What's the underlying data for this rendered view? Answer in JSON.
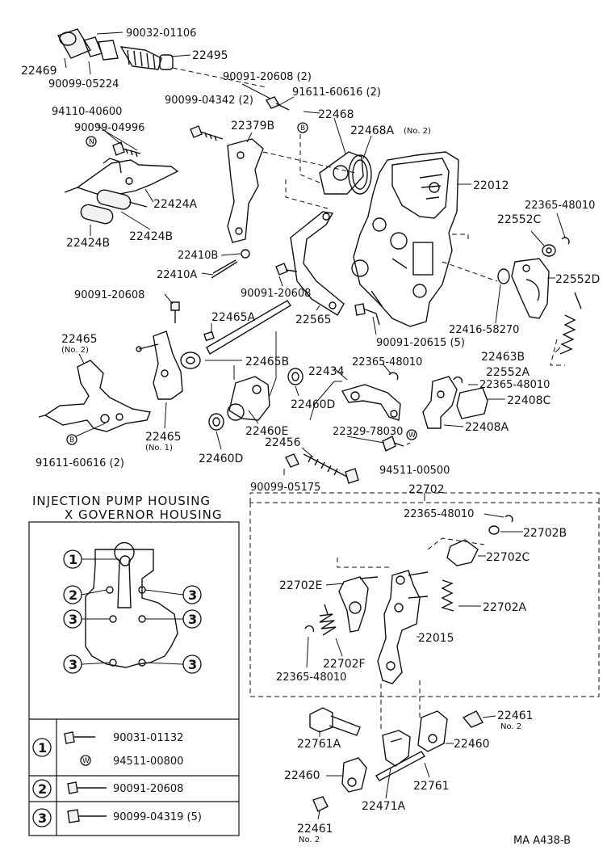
{
  "diagram_code": "MA  A438-B",
  "labels": {
    "l_22469": "22469",
    "l_90032": "90032-01106",
    "l_22495": "22495",
    "l_90099_05224": "90099-05224",
    "l_90091_20608_2": "90091-20608 (2)",
    "l_91611_60616_2": "91611-60616 (2)",
    "l_90099_04342": "90099-04342 (2)",
    "l_22468": "22468",
    "l_22468A": "22468A",
    "l_22468A_sub": "(No. 2)",
    "l_94110": "94110-40600",
    "l_90099_04996": "90099-04996",
    "l_22379B": "22379B",
    "l_22012": "22012",
    "l_22424A": "22424A",
    "l_22365_48010_a": "22365-48010",
    "l_22552C": "22552C",
    "l_22424B_a": "22424B",
    "l_22424B_b": "22424B",
    "l_22410B": "22410B",
    "l_22410A": "22410A",
    "l_90091_20608_b": "90091-20608",
    "l_22552D": "22552D",
    "l_90091_20608_c": "90091-20608",
    "l_22465A": "22465A",
    "l_22416": "22416-58270",
    "l_22565": "22565",
    "l_90091_20615": "90091-20615 (5)",
    "l_22463B": "22463B",
    "l_22465_no2": "22465",
    "l_22465_no2_sub": "(No. 2)",
    "l_22465B": "22465B",
    "l_22365_48010_b": "22365-48010",
    "l_22552A": "22552A",
    "l_22365_48010_c": "22365-48010",
    "l_22434": "22434",
    "l_22408C": "22408C",
    "l_22460D_a": "22460D",
    "l_22460E": "22460E",
    "l_22408A": "22408A",
    "l_22465_no1": "22465",
    "l_22465_no1_sub": "(No. 1)",
    "l_22329": "22329-78030",
    "l_22456": "22456",
    "l_91611_60616_b": "91611-60616 (2)",
    "l_22460D_b": "22460D",
    "l_94511_00500": "94511-00500",
    "l_90099_05175": "90099-05175",
    "l_22702": "22702",
    "l_22365_48010_d": "22365-48010",
    "l_22702B": "22702B",
    "l_22702C": "22702C",
    "l_22702E": "22702E",
    "l_22702A": "22702A",
    "l_22015": "22015",
    "l_22702F": "22702F",
    "l_22365_48010_e": "22365-48010",
    "l_22461_a": "22461",
    "l_22461_a_sub": "No. 2",
    "l_22761A": "22761A",
    "l_22460_a": "22460",
    "l_22460_b": "22460",
    "l_22761": "22761",
    "l_22471A": "22471A",
    "l_22461_b": "22461",
    "l_22461_b_sub": "No. 2"
  },
  "housing_panel": {
    "title_line1": "INJECTION PUMP HOUSING",
    "title_line2": "X GOVERNOR HOUSING",
    "callouts": [
      "1",
      "2",
      "3"
    ],
    "table": [
      {
        "index": "1",
        "parts": [
          "90031-01132",
          "94511-00800"
        ]
      },
      {
        "index": "2",
        "parts": [
          "90091-20608"
        ]
      },
      {
        "index": "3",
        "parts": [
          "90099-04319 (5)"
        ]
      }
    ]
  },
  "symbols": {
    "n": "N",
    "b": "B",
    "w": "W"
  }
}
